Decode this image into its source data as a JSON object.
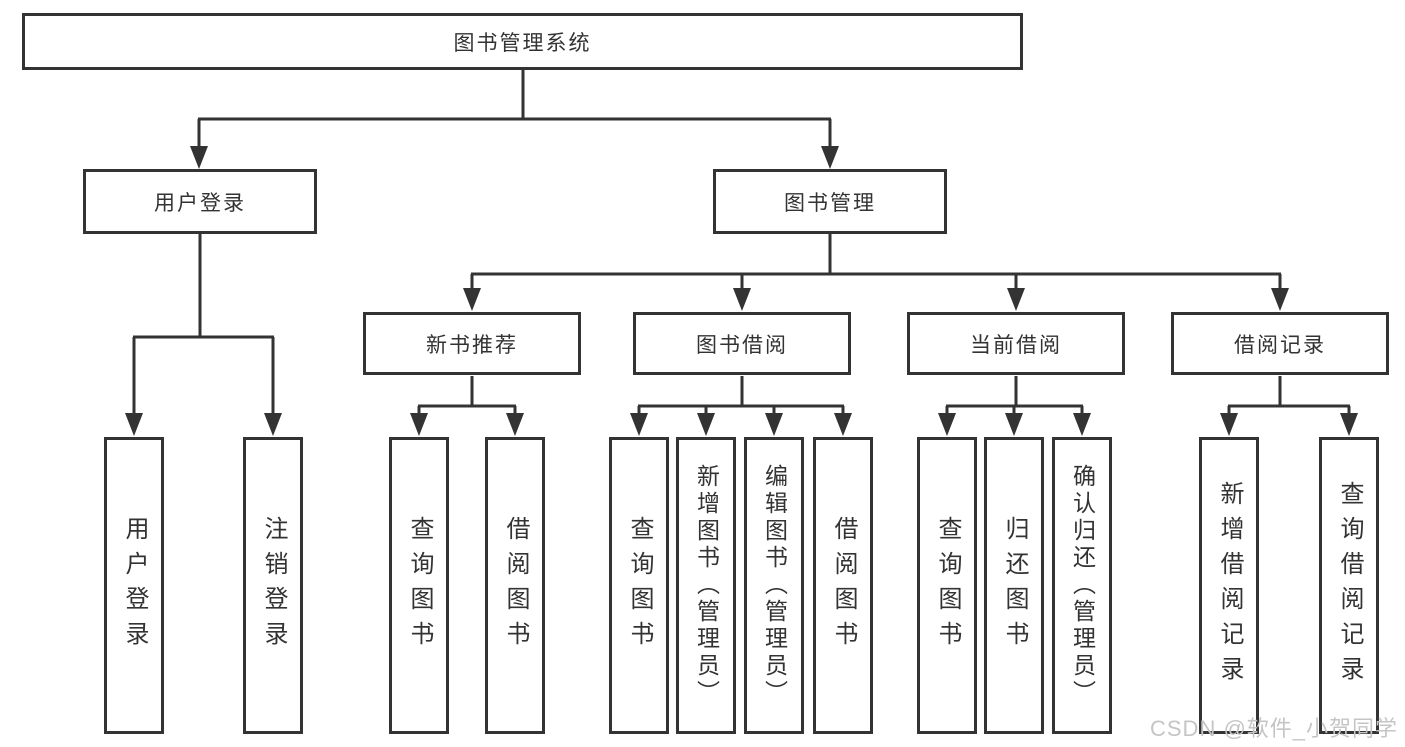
{
  "diagram_type": "hierarchy-tree",
  "colors": {
    "line": "#333333",
    "border": "#333333",
    "text": "#333333",
    "background": "#ffffff",
    "watermark": "#c5c5c5"
  },
  "tree": {
    "root": {
      "label": "图书管理系统",
      "children": [
        {
          "label": "用户登录",
          "children": [
            {
              "label": "用户登录"
            },
            {
              "label": "注销登录"
            }
          ]
        },
        {
          "label": "图书管理",
          "children": [
            {
              "label": "新书推荐",
              "children": [
                {
                  "label": "查询图书"
                },
                {
                  "label": "借阅图书"
                }
              ]
            },
            {
              "label": "图书借阅",
              "children": [
                {
                  "label": "查询图书"
                },
                {
                  "label": "新增图书（管理员）"
                },
                {
                  "label": "编辑图书（管理员）"
                },
                {
                  "label": "借阅图书"
                }
              ]
            },
            {
              "label": "当前借阅",
              "children": [
                {
                  "label": "查询图书"
                },
                {
                  "label": "归还图书"
                },
                {
                  "label": "确认归还（管理员）"
                }
              ]
            },
            {
              "label": "借阅记录",
              "children": [
                {
                  "label": "新增借阅记录"
                },
                {
                  "label": "查询借阅记录"
                }
              ]
            }
          ]
        }
      ]
    }
  },
  "watermark": {
    "text": "CSDN @软件_小贺同学"
  }
}
